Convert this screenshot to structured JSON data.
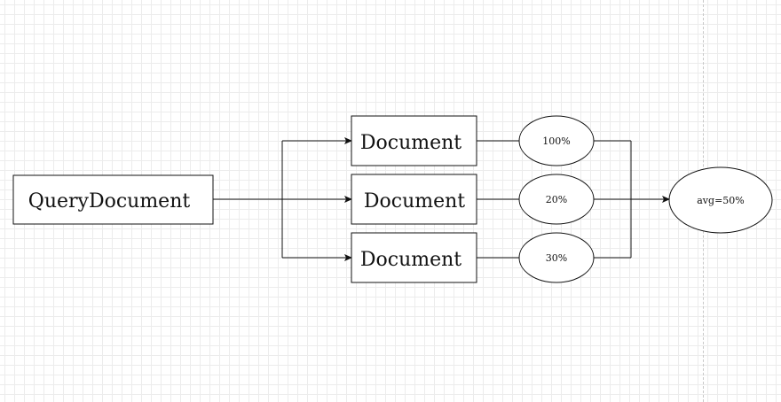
{
  "diagram": {
    "query": {
      "label": "QueryDocument"
    },
    "documents": [
      {
        "label": "Document",
        "score": "100%"
      },
      {
        "label": "Document",
        "score": "20%"
      },
      {
        "label": "Document",
        "score": "30%"
      }
    ],
    "result": {
      "label": "avg=50%"
    }
  },
  "colors": {
    "stroke": "#111111",
    "background": "#ffffff",
    "grid": "#ececec"
  }
}
